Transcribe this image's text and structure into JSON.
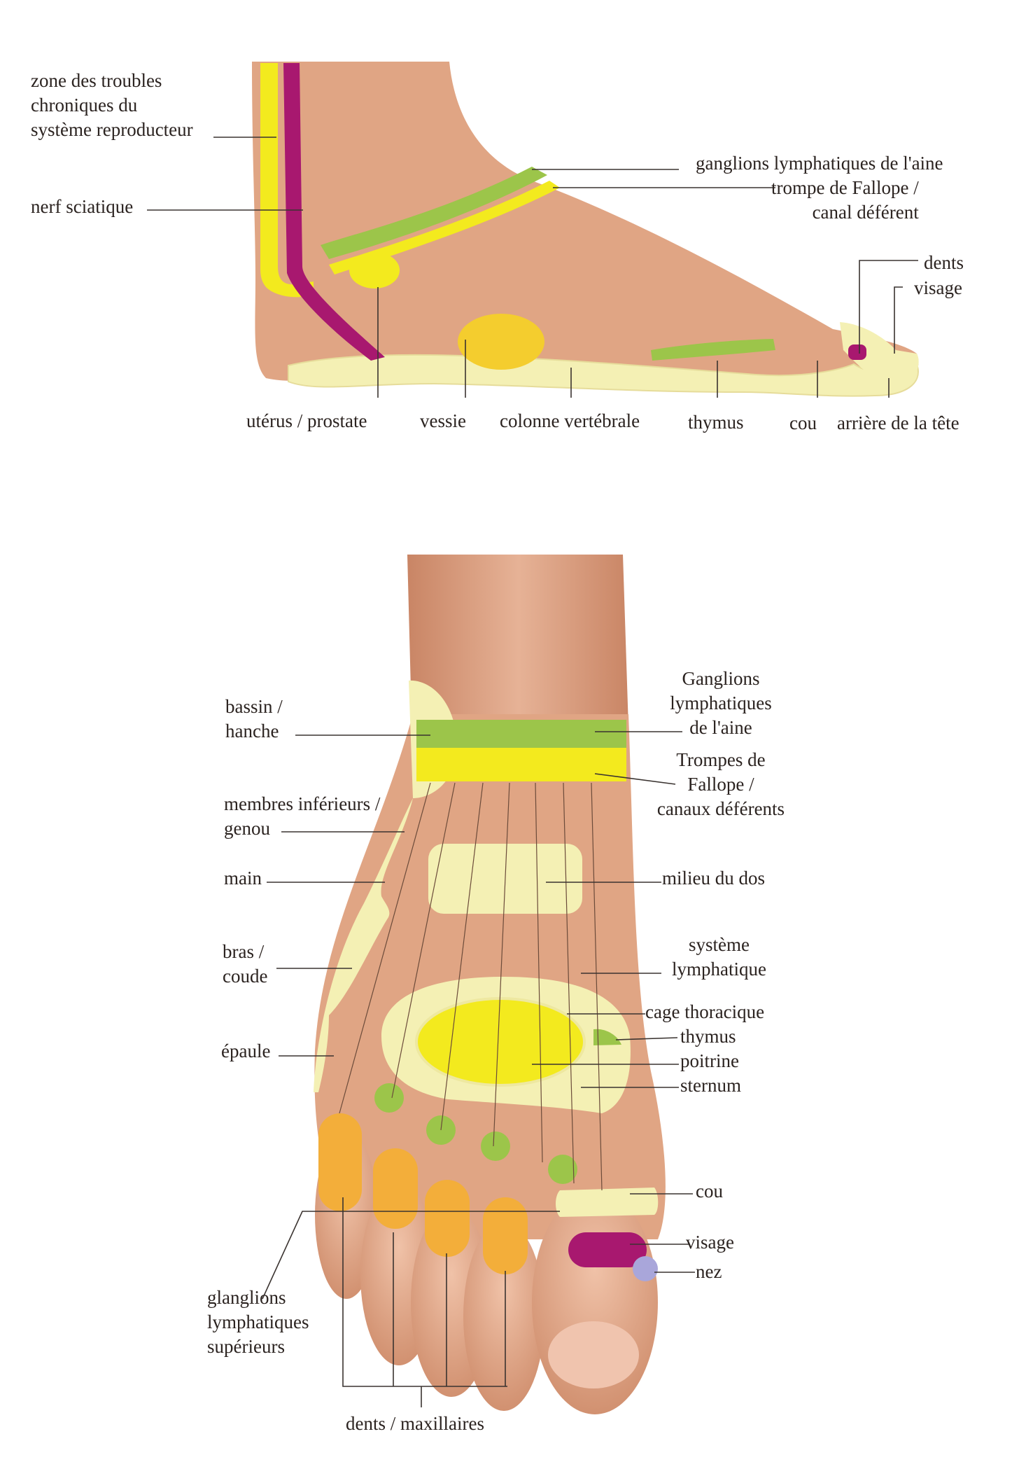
{
  "colors": {
    "skin": "#e0a584",
    "skin_shadow": "#c98565",
    "pale_yellow": "#f4f0b4",
    "yellow": "#f3ea1e",
    "lime_green": "#9cc54a",
    "magenta": "#a8186f",
    "orange": "#f3ae3a",
    "gold": "#f4cd2e",
    "lavender": "#a9a6da",
    "leader_line": "#3a3330"
  },
  "side_view": {
    "labels": {
      "reproductive_chronic": "zone des troubles\nchroniques du\nsystème reproducteur",
      "sciatic_nerve": "nerf sciatique",
      "groin_lymph": "ganglions lymphatiques de l'aine",
      "fallopian": "trompe de Fallope /\ncanal déférent",
      "teeth": "dents",
      "face": "visage",
      "uterus_prostate": "utérus / prostate",
      "bladder": "vessie",
      "spine": "colonne vertébrale",
      "thymus": "thymus",
      "neck": "cou",
      "back_of_head": "arrière de la tête"
    }
  },
  "top_view": {
    "labels": {
      "pelvis_hip": "bassin /\nhanche",
      "lower_limbs_knee": "membres inférieurs /\ngenou",
      "hand": "main",
      "arm_elbow": "bras /\ncoude",
      "shoulder": "épaule",
      "upper_lymph": "glanglions\nlymphatiques\nsupérieurs",
      "teeth_jaws": "dents / maxillaires",
      "groin_lymph": "Ganglions\nlymphatiques\nde l'aine",
      "fallopian": "Trompes de\nFallope /\ncanaux déférents",
      "mid_back": "milieu du dos",
      "lymph_system": "système\nlymphatique",
      "rib_cage": "cage thoracique",
      "thymus": "thymus",
      "chest": "poitrine",
      "sternum": "sternum",
      "neck": "cou",
      "face": "visage",
      "nose": "nez"
    }
  }
}
